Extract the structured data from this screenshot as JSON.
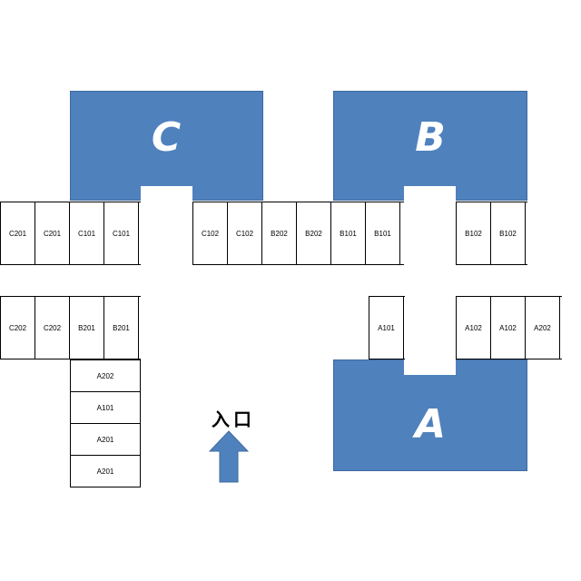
{
  "buildings": {
    "c": {
      "label": "C",
      "color": "#4f81bd"
    },
    "b": {
      "label": "B",
      "color": "#4f81bd"
    },
    "a": {
      "label": "A",
      "color": "#4f81bd"
    }
  },
  "upper_row_left": [
    "C201",
    "C201",
    "C101",
    "C101"
  ],
  "upper_row_right": [
    "C102",
    "C102",
    "B202",
    "B202",
    "B101",
    "B101"
  ],
  "upper_row_far_right": [
    "B102",
    "B102"
  ],
  "lower_row_left": [
    "C202",
    "C202",
    "B201",
    "B201"
  ],
  "lower_row_mid": [
    "A101"
  ],
  "lower_row_right": [
    "A102",
    "A102",
    "A202"
  ],
  "column_stack": [
    "A202",
    "A101",
    "A201",
    "A201"
  ],
  "entrance": {
    "label": "入口",
    "arrow_color": "#4f81bd"
  }
}
